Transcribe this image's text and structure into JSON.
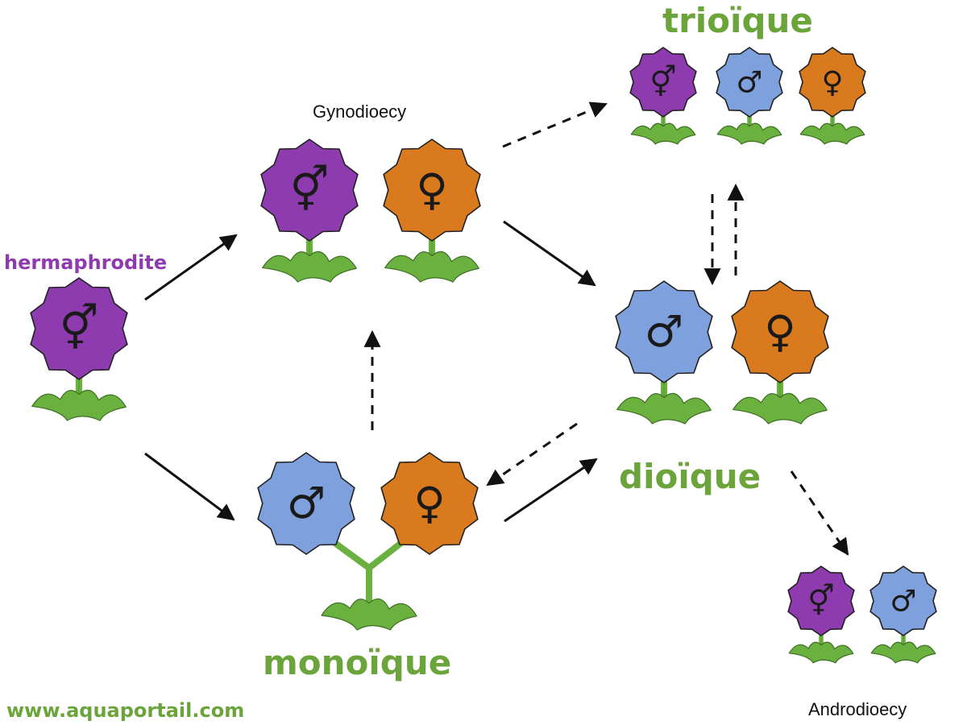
{
  "labels": {
    "hermaphrodite": "hermaphrodite",
    "gynodioecy": "Gynodioecy",
    "trioique": "trioïque",
    "dioique": "dioïque",
    "monoique": "monoïque",
    "androdioecy": "Androdioecy",
    "website": "www.aquaportail.com"
  },
  "symbols": {
    "hermaphrodite": "⚥",
    "male": "♂",
    "female": "♀"
  },
  "colors": {
    "hermaphrodite_flower": "#8e3bb0",
    "male_flower": "#7ea0dd",
    "female_flower": "#d97a1f",
    "plant_green": "#6ab13f",
    "label_green": "#6aa43a",
    "label_purple": "#8e3bb0"
  },
  "icons": [
    "flower-icon",
    "leaf-icon",
    "arrow-icon"
  ]
}
